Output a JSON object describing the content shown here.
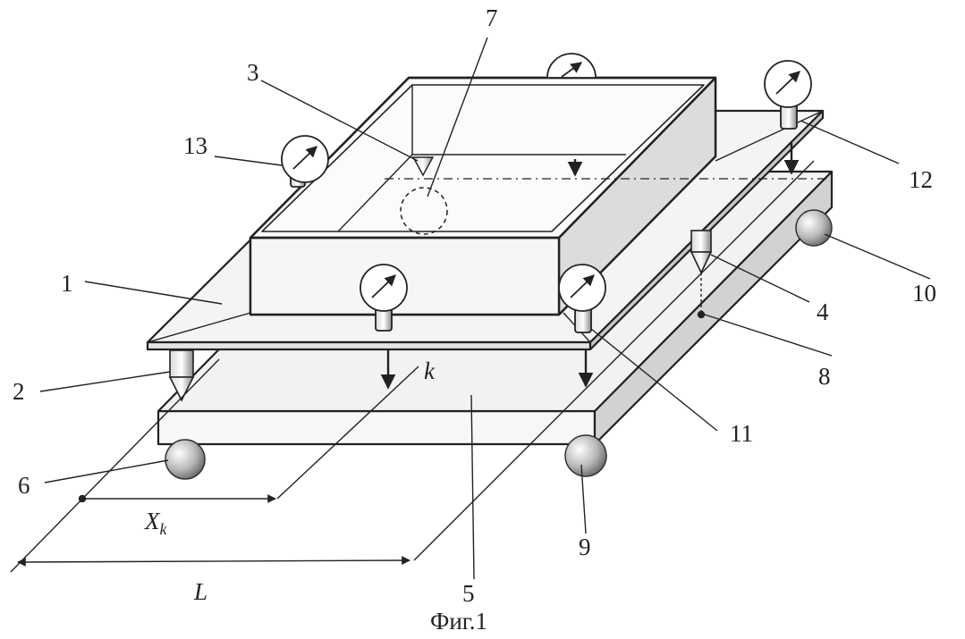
{
  "figure": {
    "caption": "Фиг.1",
    "labels": {
      "n1": "1",
      "n2": "2",
      "n3": "3",
      "n4": "4",
      "n5": "5",
      "n6": "6",
      "n7": "7",
      "n8": "8",
      "n9": "9",
      "n10": "10",
      "n11": "11",
      "n12": "12",
      "n13": "13",
      "k": "k",
      "xk_main": "X",
      "xk_sub": "k",
      "L": "L"
    }
  }
}
